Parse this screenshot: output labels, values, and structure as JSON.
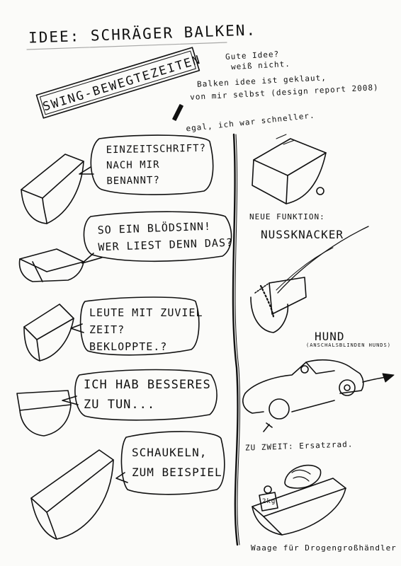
{
  "title": "IDEE: SCHRÄGER BALKEN.",
  "stamp": "SWING-BEWEGTEZEITEN",
  "note": {
    "line1": "Gute Idee?",
    "line2": "weiß nicht.",
    "line3": "Balken idee ist geklaut,",
    "line4": "von mir selbst (design report 2008)",
    "line5": "egal, ich war schneller."
  },
  "bubbles": [
    {
      "text": "EINZEITSCHRIFT?\nNACH MIR\nBENANNT?"
    },
    {
      "text": "SO EIN BLÖDSINN!\nWER LIEST DENN DAS?"
    },
    {
      "text": "LEUTE MIT ZUVIEL\nZEIT?\nBEKLOPPTE.?"
    },
    {
      "text": "ICH HAB BESSERES\nZU TUN..."
    },
    {
      "text": "SCHAUKELN,\nZUM BEISPIEL"
    }
  ],
  "right": {
    "function_label": "NEUE FUNKTION:",
    "function_value": "NUSSKNACKER",
    "dog_label": "HUND",
    "dog_sub": "(ANSCHALSBLINDEN HUNDS)",
    "spare_label": "ZU ZWEIT: Ersatzrad.",
    "weight_label": "2kg",
    "scale_label": "Waage für Drogengroßhändler"
  }
}
